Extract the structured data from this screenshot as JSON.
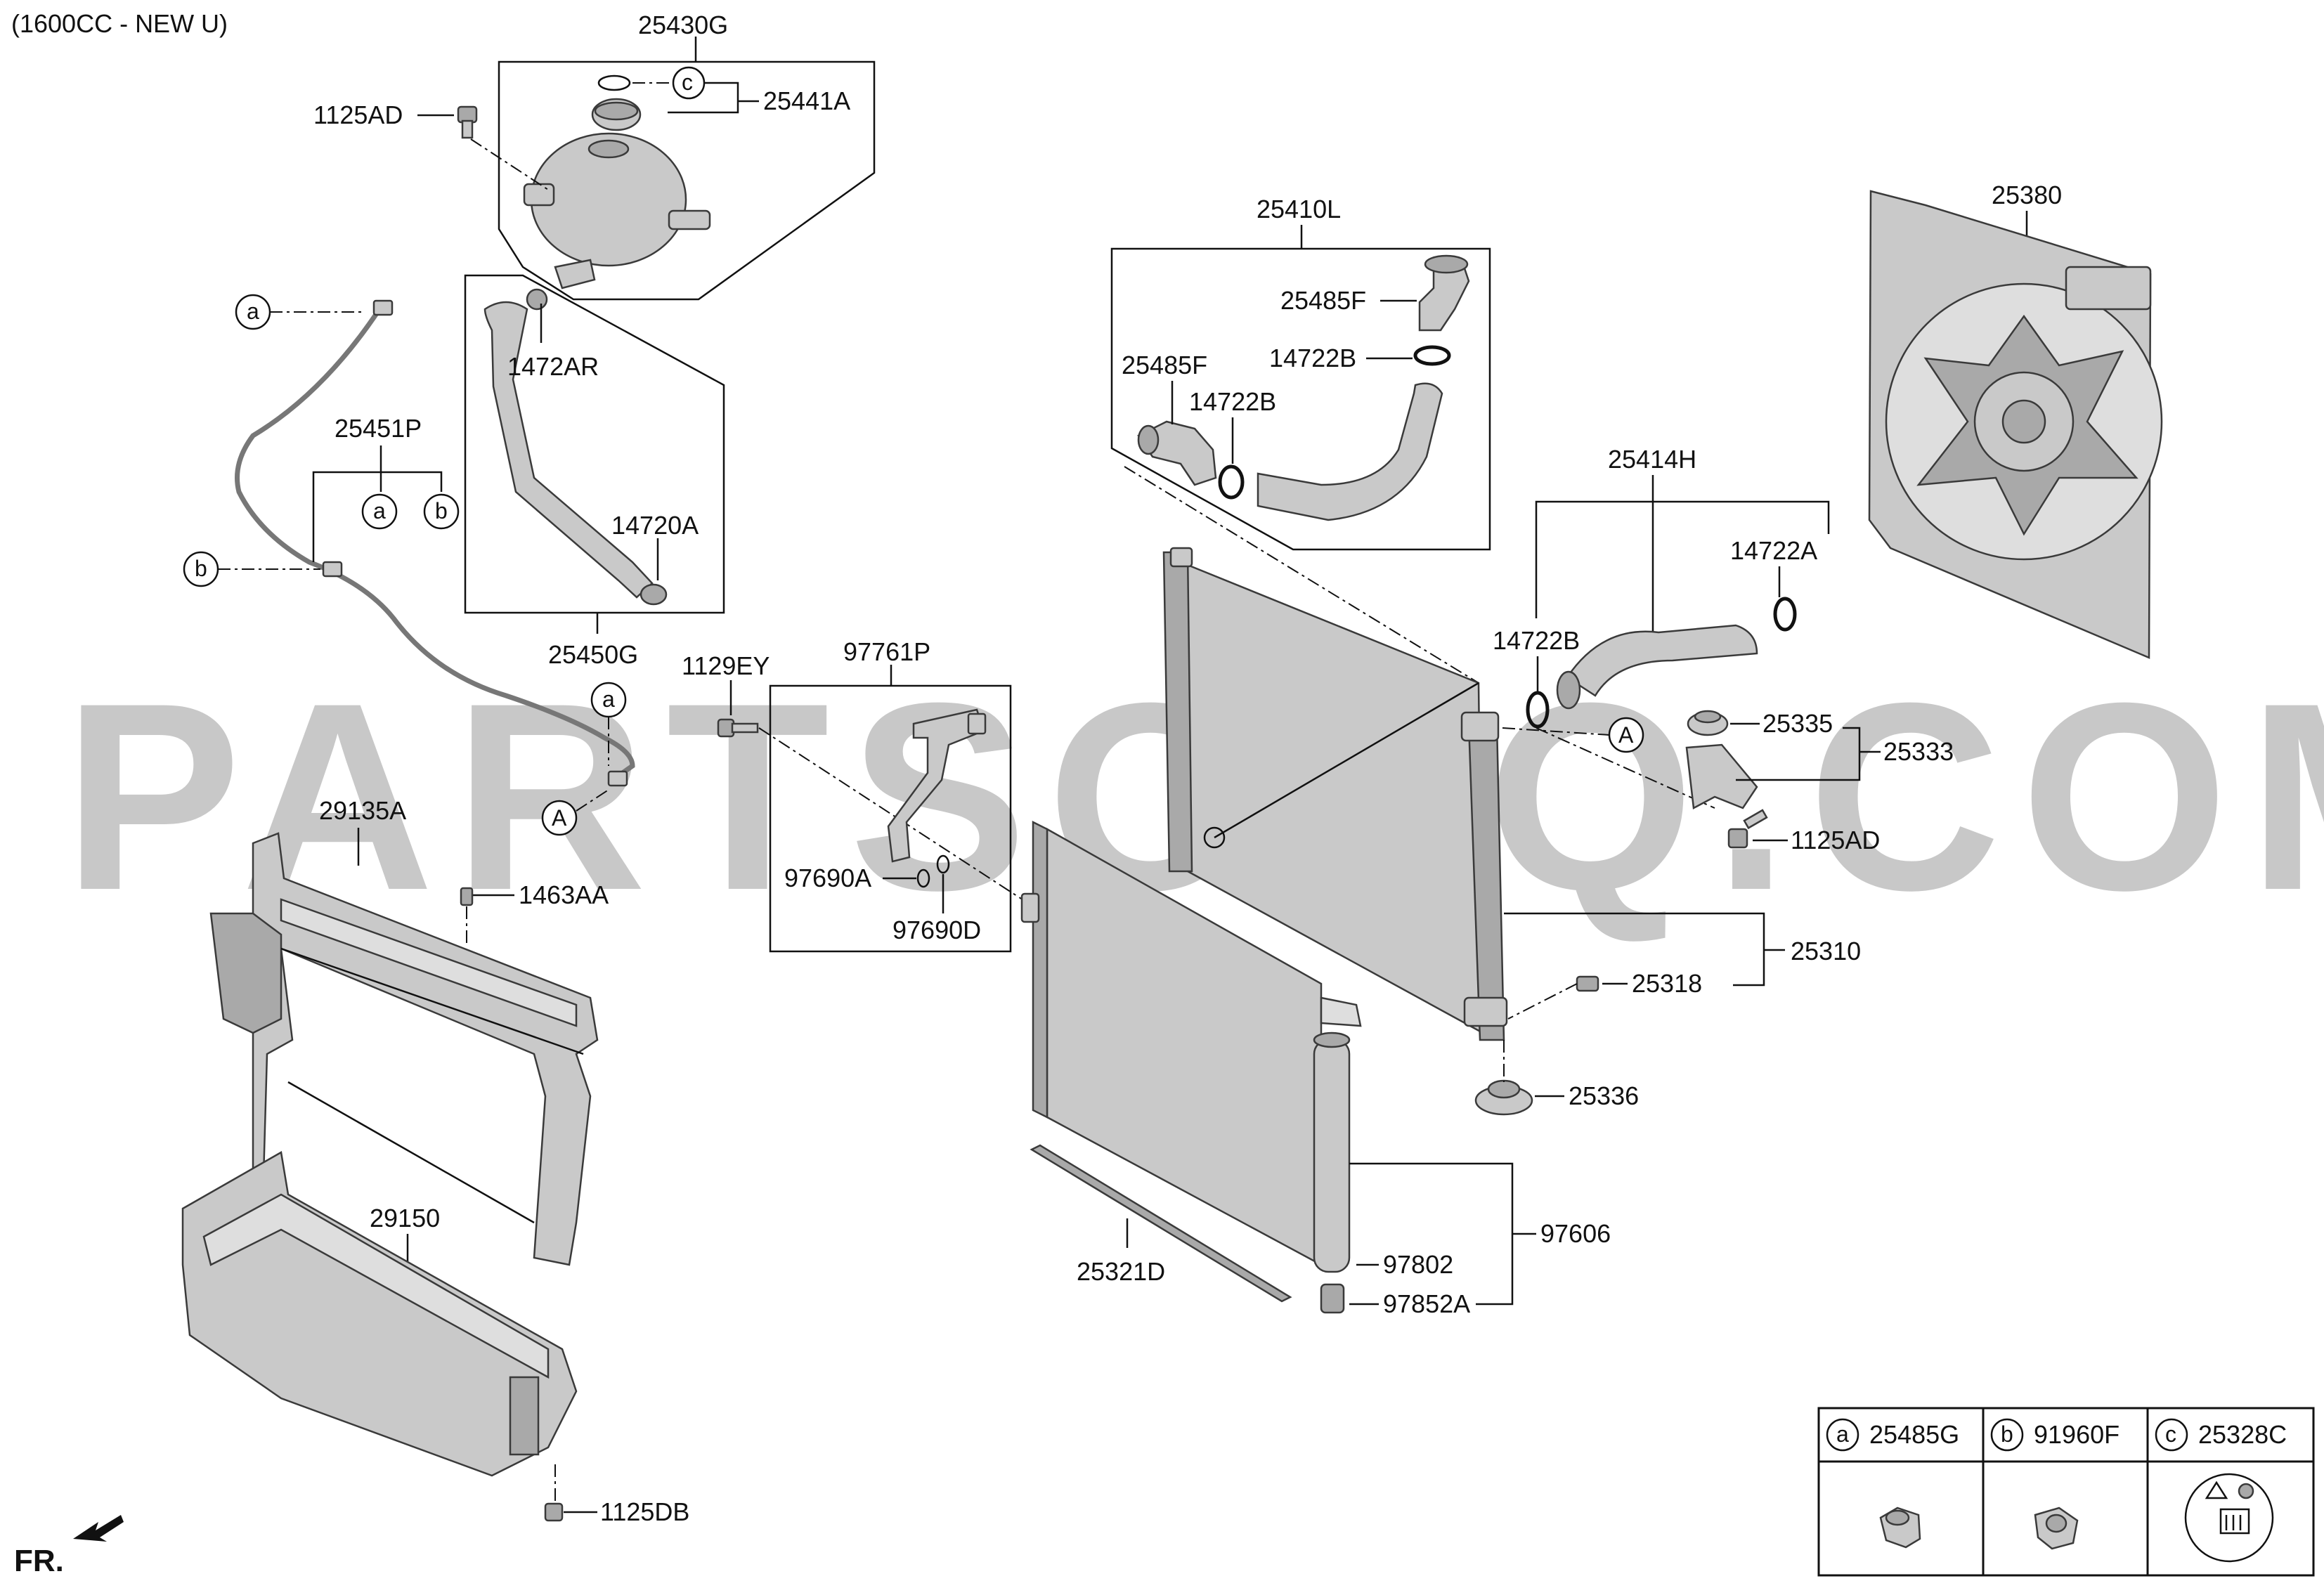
{
  "header": {
    "title": "(1600CC - NEW U)"
  },
  "watermark": "PARTSOUQ.COM",
  "direction": "FR.",
  "labels": {
    "p25430G": "25430G",
    "p25441A": "25441A",
    "p1125AD_top": "1125AD",
    "p1472AR": "1472AR",
    "p14720A": "14720A",
    "p25450G": "25450G",
    "p25451P": "25451P",
    "p1129EY": "1129EY",
    "p97761P": "97761P",
    "p97690A": "97690A",
    "p97690D": "97690D",
    "p29135A": "29135A",
    "p1463AA": "1463AA",
    "p29150": "29150",
    "p1125DB": "1125DB",
    "p25410L": "25410L",
    "p25485F_a": "25485F",
    "p25485F_b": "25485F",
    "p14722B_a": "14722B",
    "p14722B_b": "14722B",
    "p25414H": "25414H",
    "p14722A": "14722A",
    "p14722B_c": "14722B",
    "p25380": "25380",
    "p25335": "25335",
    "p25333": "25333",
    "p1125AD_right": "1125AD",
    "p25310": "25310",
    "p25318": "25318",
    "p25336": "25336",
    "p97606": "97606",
    "p97802": "97802",
    "p97852A": "97852A",
    "p25321D": "25321D"
  },
  "callouts": {
    "a": "a",
    "b": "b",
    "c": "c",
    "A": "A"
  },
  "legend": [
    {
      "key": "a",
      "part": "25485G",
      "icon": "hose-clip-icon"
    },
    {
      "key": "b",
      "part": "91960F",
      "icon": "clamp-icon"
    },
    {
      "key": "c",
      "part": "25328C",
      "icon": "warning-label-icon"
    }
  ]
}
